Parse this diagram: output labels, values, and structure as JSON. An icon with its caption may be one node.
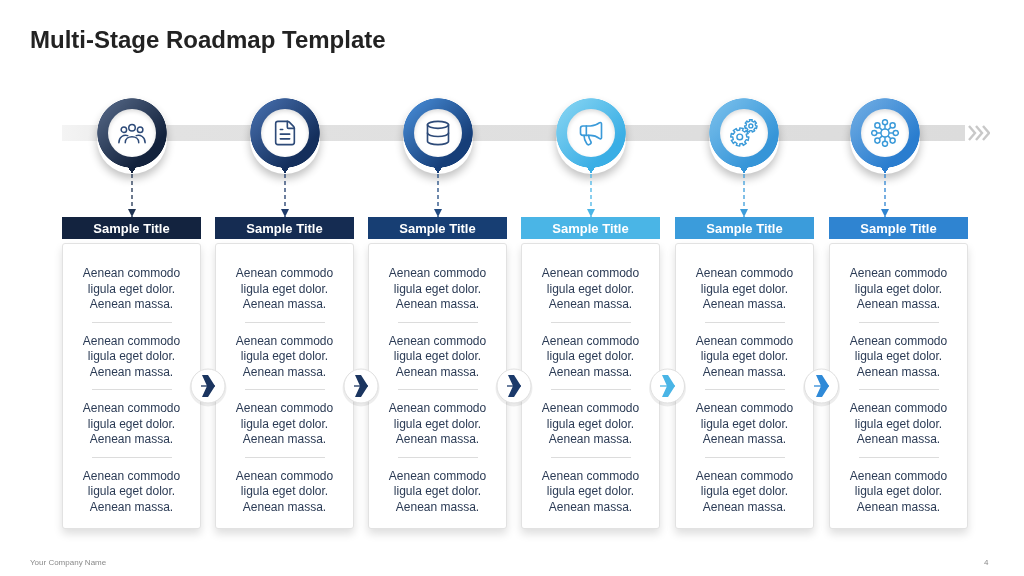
{
  "diagram": {
    "title": "Multi-Stage Roadmap Template",
    "nodes": [
      {
        "text": [],
        "shape": "circle"
      },
      {
        "text": [
          "Sample Title"
        ]
      },
      {
        "text": [
          "Aenean commodo ligula eget dolor. Aenean massa.",
          "Aenean commodo ligula eget dolor. Aenean massa.",
          "Aenean commodo ligula eget dolor. Aenean massa.",
          "Aenean commodo ligula eget dolor. Aenean massa."
        ]
      },
      {
        "text": [],
        "shape": "circle"
      },
      {
        "text": [
          "Sample Title"
        ]
      },
      {
        "text": [
          "Aenean commodo ligula eget dolor. Aenean massa.",
          "Aenean commodo ligula eget dolor. Aenean massa.",
          "Aenean commodo ligula eget dolor. Aenean massa.",
          "Aenean commodo ligula eget dolor. Aenean massa."
        ]
      },
      {
        "text": [],
        "shape": "circle"
      },
      {
        "text": [
          "Sample Title"
        ]
      },
      {
        "text": [
          "Aenean commodo ligula eget dolor. Aenean massa.",
          "Aenean commodo ligula eget dolor. Aenean massa.",
          "Aenean commodo ligula eget dolor. Aenean massa.",
          "Aenean commodo ligula eget dolor. Aenean massa."
        ]
      },
      {
        "text": [],
        "shape": "circle"
      },
      {
        "text": [
          "Sample Title"
        ]
      },
      {
        "text": [
          "Aenean commodo ligula eget dolor. Aenean massa.",
          "Aenean commodo ligula eget dolor. Aenean massa.",
          "Aenean commodo ligula eget dolor. Aenean massa.",
          "Aenean commodo ligula eget dolor. Aenean massa."
        ]
      },
      {
        "text": [],
        "shape": "circle"
      },
      {
        "text": [
          "Sample Title"
        ]
      },
      {
        "text": [
          "Aenean commodo ligula eget dolor. Aenean massa.",
          "Aenean commodo ligula eget dolor. Aenean massa.",
          "Aenean commodo ligula eget dolor. Aenean massa.",
          "Aenean commodo ligula eget dolor. Aenean massa."
        ]
      },
      {
        "text": [],
        "shape": "circle"
      },
      {
        "text": [
          "Sample Title"
        ]
      },
      {
        "text": [
          "Aenean commodo ligula eget dolor. Aenean massa.",
          "Aenean commodo ligula eget dolor. Aenean massa.",
          "Aenean commodo ligula eget dolor. Aenean massa.",
          "Aenean commodo ligula eget dolor. Aenean massa."
        ]
      }
    ],
    "edges": [
      {
        "from": 0,
        "to": 1,
        "arrow": "to",
        "style": "dashed",
        "color": "#1f3352"
      },
      {
        "from": 3,
        "to": 4,
        "arrow": "to",
        "style": "dashed",
        "color": "#1f3b6a"
      },
      {
        "from": 6,
        "to": 7,
        "arrow": "to",
        "style": "dashed",
        "color": "#214a80"
      },
      {
        "from": 9,
        "to": 10,
        "arrow": "to",
        "style": "dashed",
        "color": "#4ab5e6"
      },
      {
        "from": 12,
        "to": 13,
        "arrow": "to",
        "style": "dashed",
        "color": "#3d9ddb"
      },
      {
        "from": 15,
        "to": 16,
        "arrow": "to",
        "style": "dashed",
        "color": "#2f84d1"
      },
      {
        "from": 2,
        "to": 5,
        "arrow": "to",
        "color": "#1b3560"
      },
      {
        "from": 5,
        "to": 8,
        "arrow": "to",
        "color": "#1b3560"
      },
      {
        "from": 8,
        "to": 11,
        "arrow": "to",
        "color": "#1b3a6b"
      },
      {
        "from": 11,
        "to": 14,
        "arrow": "to",
        "color": "#4ab5e6"
      },
      {
        "from": 14,
        "to": 17,
        "arrow": "to",
        "color": "#2f8ad8"
      }
    ],
    "labels": [
      "Your Company Name",
      "4"
    ]
  }
}
